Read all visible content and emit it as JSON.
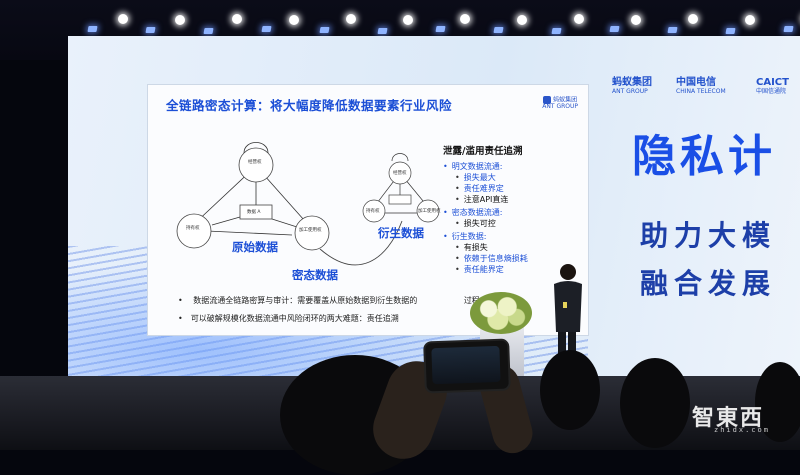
{
  "slide": {
    "title": "全链路密态计算：将大幅度降低数据要素行业风险",
    "logo": "蚂蚁集团",
    "logo_en": "ANT GROUP",
    "diagram": {
      "original_label": "原始数据",
      "cipher_label": "密态数据",
      "derived_label": "衍生数据",
      "node_operate": "经营权",
      "node_hold": "持有权",
      "node_process": "加工使用权",
      "node_data": "数据 A",
      "node_operate2": "经营权",
      "node_hold2": "持有权",
      "node_process2": "加工使用权"
    },
    "right": {
      "heading": "泄露/滥用责任追溯",
      "sections": [
        {
          "name": "明文数据流通:",
          "items": [
            {
              "text": "损失最大",
              "blue": true
            },
            {
              "text": "责任难界定",
              "blue": true
            },
            {
              "text": "注意API直连",
              "blue": false
            }
          ]
        },
        {
          "name": "密态数据流通:",
          "items": [
            {
              "text": "损失可控",
              "blue": false
            }
          ]
        },
        {
          "name": "衍生数据:",
          "items": [
            {
              "text": "有损失",
              "blue": false
            },
            {
              "text": "依赖于信息熵损耗",
              "blue": true
            },
            {
              "text": "责任能界定",
              "blue": true
            }
          ]
        }
      ]
    },
    "bullets": [
      "数据流通全链路密算与审计：需要覆盖从原始数据到衍生数据的",
      "可以破解规模化数据流通中风险闭环的两大难题：责任追溯"
    ],
    "bullet_tail": "过程"
  },
  "screen": {
    "big_title": "隐私计",
    "sub_line1": "助力大模",
    "sub_line2": "融合发展"
  },
  "sponsors": [
    {
      "name": "蚂蚁集团",
      "en": "ANT GROUP"
    },
    {
      "name": "中国电信",
      "en": "CHINA TELECOM"
    },
    {
      "name": "CAICT",
      "en": "中国信通院"
    }
  ],
  "watermark": {
    "text": "智東西",
    "url": "zhidx.com"
  },
  "colors": {
    "accent": "#1c4fd6",
    "screen_bg": "#e3edf9",
    "stage": "#1a1b22"
  }
}
